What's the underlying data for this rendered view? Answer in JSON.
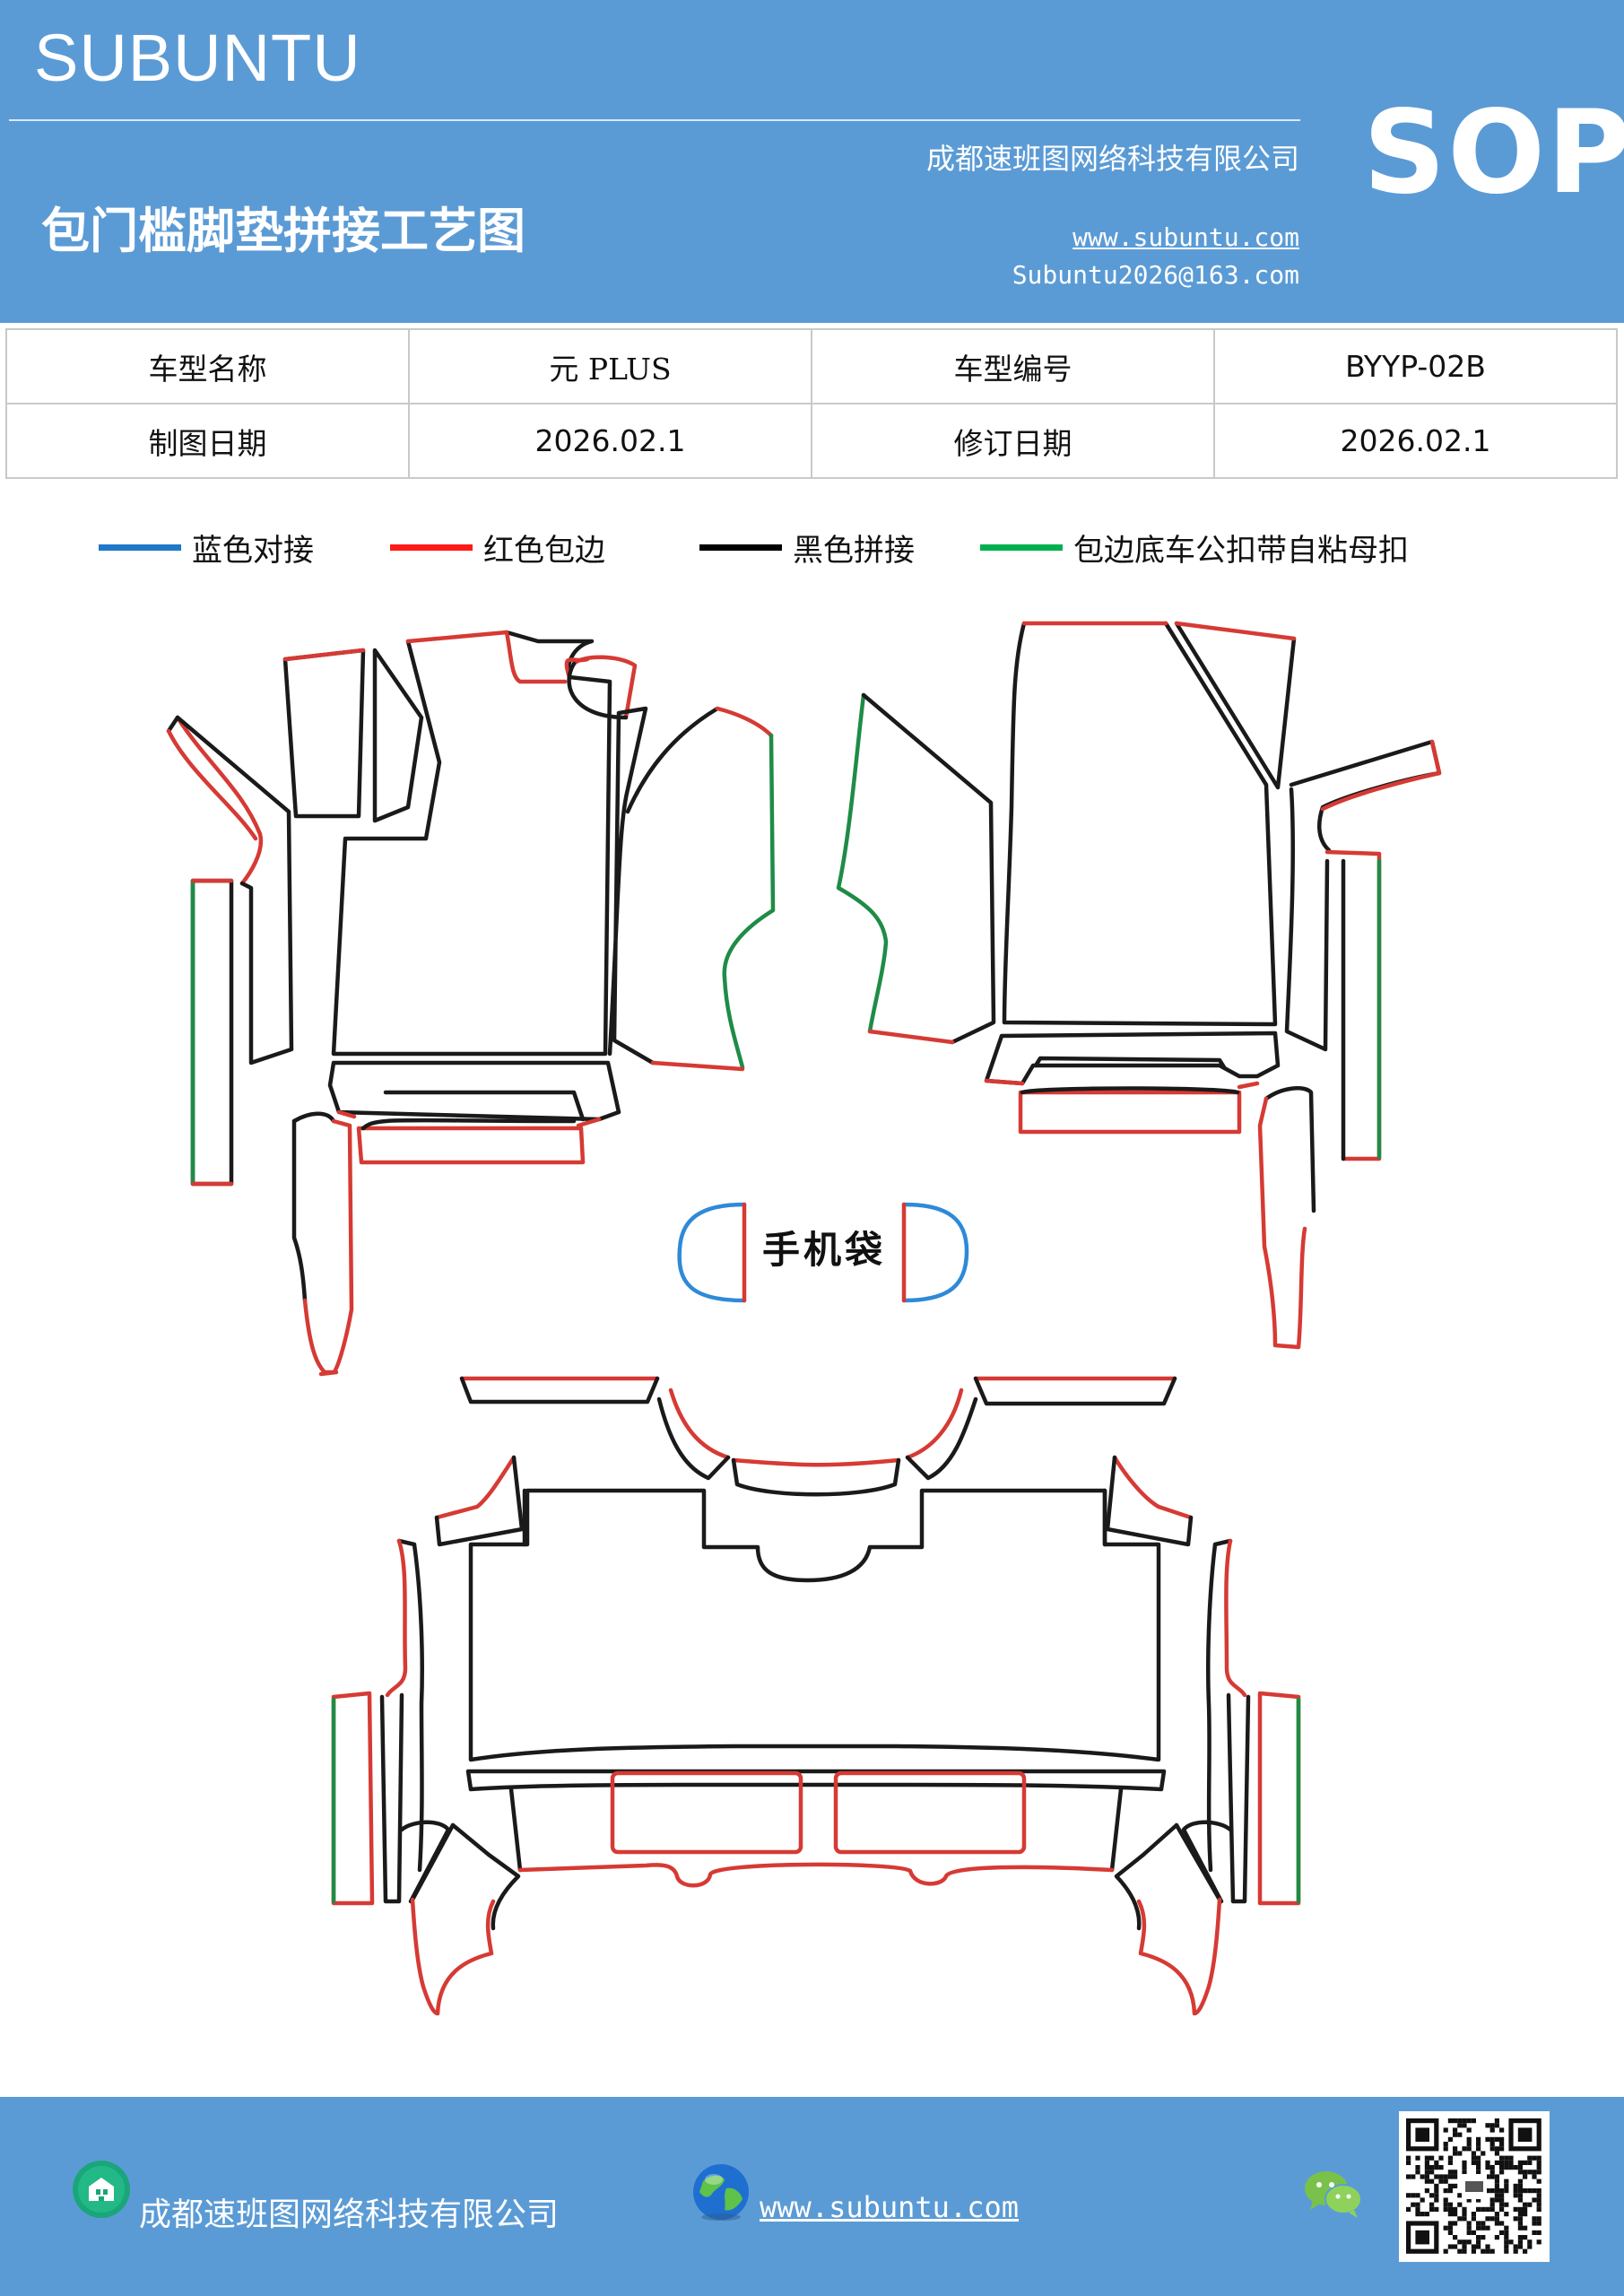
{
  "header": {
    "brand": "SUBUNTU",
    "company": "成都速班图网络科技有限公司",
    "title": "包门槛脚垫拼接工艺图",
    "website": "www.subuntu.com",
    "email": "Subuntu2026@163.com",
    "badge": "SOP"
  },
  "info_table": {
    "rows": [
      [
        "车型名称",
        "元 PLUS",
        "车型编号",
        "BYYP-02B"
      ],
      [
        "制图日期",
        "2026.02.1",
        "修订日期",
        "2026.02.1"
      ]
    ]
  },
  "legend": [
    {
      "label": "蓝色对接",
      "color": "#1f78c8"
    },
    {
      "label": "红色包边",
      "color": "#ff1a1a"
    },
    {
      "label": "黑色拼接",
      "color": "#000000"
    },
    {
      "label": "包边底车公扣带自粘母扣",
      "color": "#00b050"
    }
  ],
  "colors": {
    "header_blue": "#5b9bd5",
    "outline_black": "#1a1a1a",
    "edge_red": "#d63a34",
    "joint_blue": "#2e8ad8",
    "strip_green": "#1f8c46"
  },
  "diagram": {
    "phone_pocket_label": "手机袋"
  },
  "footer": {
    "company": "成都速班图网络科技有限公司",
    "website": "www.subuntu.com",
    "icons": [
      "building-icon",
      "globe-icon",
      "wechat-icon",
      "qr-code"
    ]
  }
}
